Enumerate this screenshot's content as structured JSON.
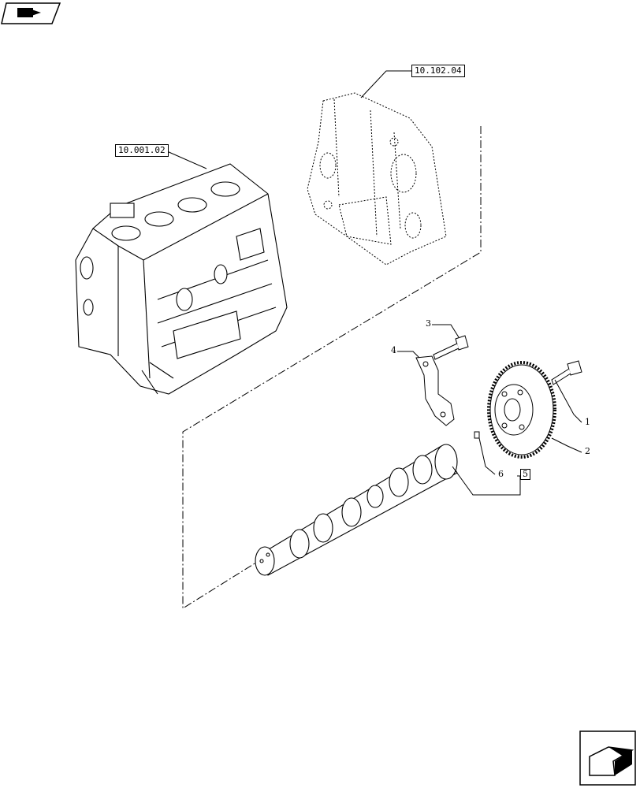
{
  "references": {
    "block": "10.001.02",
    "cover": "10.102.04"
  },
  "callouts": {
    "c1": "1",
    "c2": "2",
    "c3": "3",
    "c4": "4",
    "c5": "5",
    "c6": "6"
  },
  "icons": {
    "top_left": "folder-arrow-icon",
    "bottom_right": "next-page-arrow-icon"
  }
}
